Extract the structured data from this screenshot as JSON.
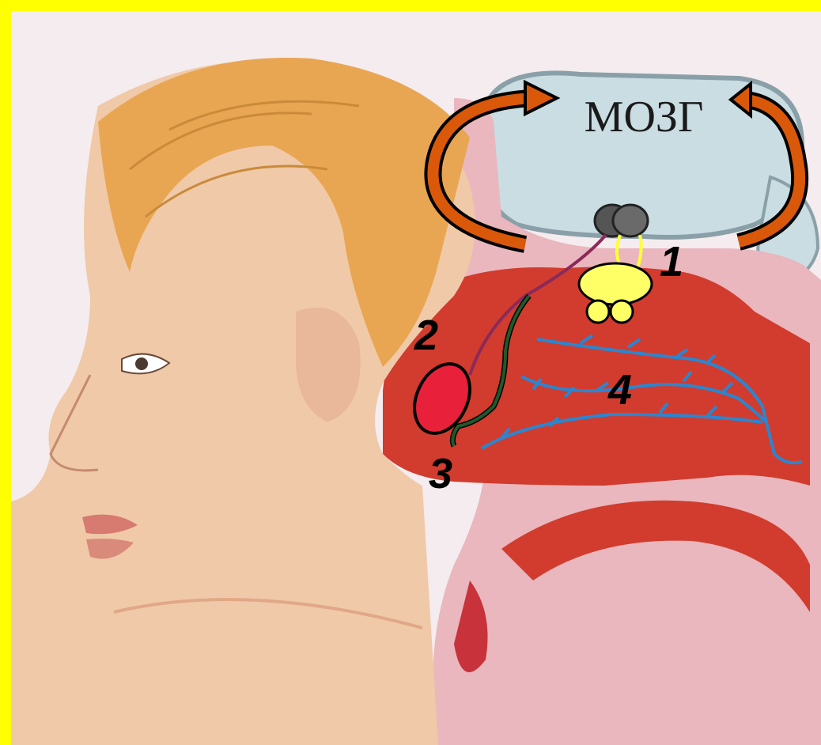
{
  "title": "МОЗГ",
  "labels": {
    "one": "1",
    "two": "2",
    "three": "3",
    "four": "4"
  },
  "colors": {
    "frame": "#ffff00",
    "arrow": "#d9580a",
    "cavity": "#d13c2e",
    "olfactory_bulb": "#ffff66",
    "receptor_2": "#e8203a",
    "nerve_3": "#1f5a2a",
    "vessels_4": "#2a86d0",
    "ganglion": "#555555"
  }
}
